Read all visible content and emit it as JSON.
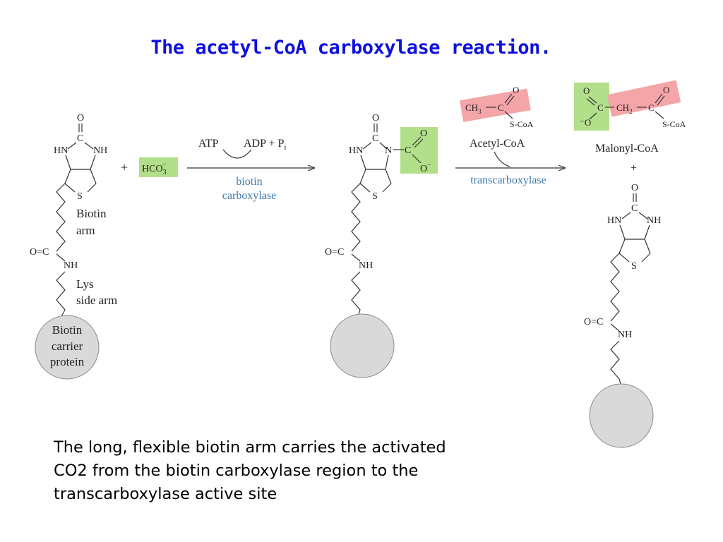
{
  "title": "The acetyl-CoA carboxylase reaction.",
  "caption": [
    "The long, flexible biotin arm carries the activated",
    "CO2 from the biotin carboxylase region to the",
    "transcarboxylase active site"
  ],
  "colors": {
    "title": "#1010dd",
    "highlight_green": "#b2df8a",
    "highlight_red": "#f4a5a8",
    "enzyme_text": "#3a7ab0",
    "protein_fill": "#d9d9d9"
  },
  "diagram": {
    "atoms": {
      "O": "O",
      "C": "C",
      "HN": "HN",
      "NH": "NH",
      "N": "N",
      "S": "S",
      "O_minus": "O",
      "minus": "−",
      "O_eq_C": "O=C",
      "O_dash": "O",
      "neg_O": "⁻O"
    },
    "labels": {
      "plus": "+",
      "bicarbonate": "HCO",
      "bicarbonate_sub": "3",
      "bicarbonate_sup": "−",
      "biotin_arm_1": "Biotin",
      "biotin_arm_2": "arm",
      "lys_1": "Lys",
      "lys_2": "side arm",
      "protein_1": "Biotin",
      "protein_2": "carrier",
      "protein_3": "protein",
      "atp": "ATP",
      "adp": "ADP + P",
      "adp_sub": "i",
      "enzyme1_1": "biotin",
      "enzyme1_2": "carboxylase",
      "acetyl_coa": "Acetyl-CoA",
      "enzyme2": "transcarboxylase",
      "malonyl_coa": "Malonyl-CoA",
      "ch3": "CH",
      "ch3_sub": "3",
      "ch2": "CH",
      "ch2_sub": "2",
      "scoa": "S-CoA"
    }
  }
}
